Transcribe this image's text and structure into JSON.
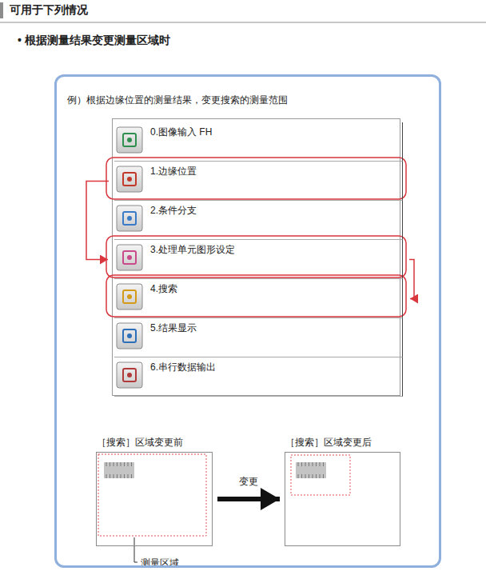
{
  "diagram": {
    "title": "可用于下列情况",
    "nodes": [
      {
        "text": [
          "例）根据边缘位置的测量结果，变更搜索的测量范围"
        ]
      },
      {
        "text": [
          "0.图像输入 FH"
        ],
        "in": 0
      },
      {
        "text": [
          "1.边缘位置"
        ],
        "in": 0
      },
      {
        "text": [
          "2.条件分支"
        ],
        "in": 0
      },
      {
        "text": [
          "3.处理单元图形设定"
        ],
        "in": 0
      },
      {
        "text": [
          "4.搜索"
        ],
        "in": 0
      },
      {
        "text": [
          "5.结果显示"
        ],
        "in": 0
      },
      {
        "text": [
          "6.串行数据输出"
        ],
        "in": 0
      },
      {
        "text": [
          "［搜索］区域变更前"
        ],
        "in": 0
      },
      {
        "text": [
          "［搜索］区域变更后"
        ],
        "in": 0
      }
    ],
    "edges": [
      {
        "from": 2,
        "to": 4,
        "arrow": "to"
      },
      {
        "from": 4,
        "to": 5,
        "arrow": "to"
      },
      {
        "from": 8,
        "to": 9,
        "label": "变更",
        "arrow": "to"
      }
    ],
    "labels": [
      "• 根据测量结果变更测量区域时",
      "测量区域"
    ]
  }
}
